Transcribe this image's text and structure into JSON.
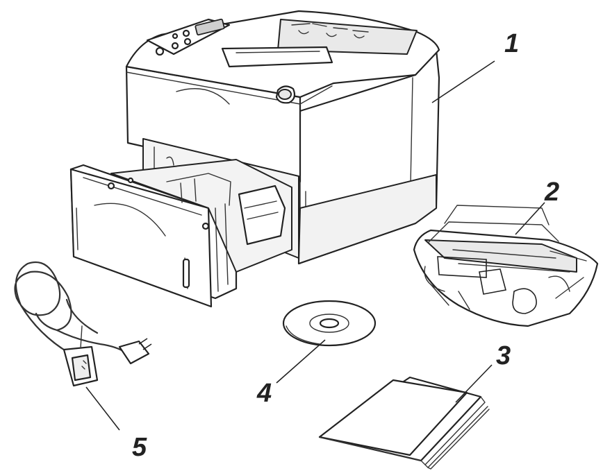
{
  "colors": {
    "line": "#222222",
    "fill": "#ffffff",
    "shade": "#e9e9e9",
    "dark": "#cfcfcf"
  },
  "callouts": [
    {
      "id": "1",
      "label": "1"
    },
    {
      "id": "2",
      "label": "2"
    },
    {
      "id": "3",
      "label": "3"
    },
    {
      "id": "4",
      "label": "4"
    },
    {
      "id": "5",
      "label": "5"
    }
  ]
}
